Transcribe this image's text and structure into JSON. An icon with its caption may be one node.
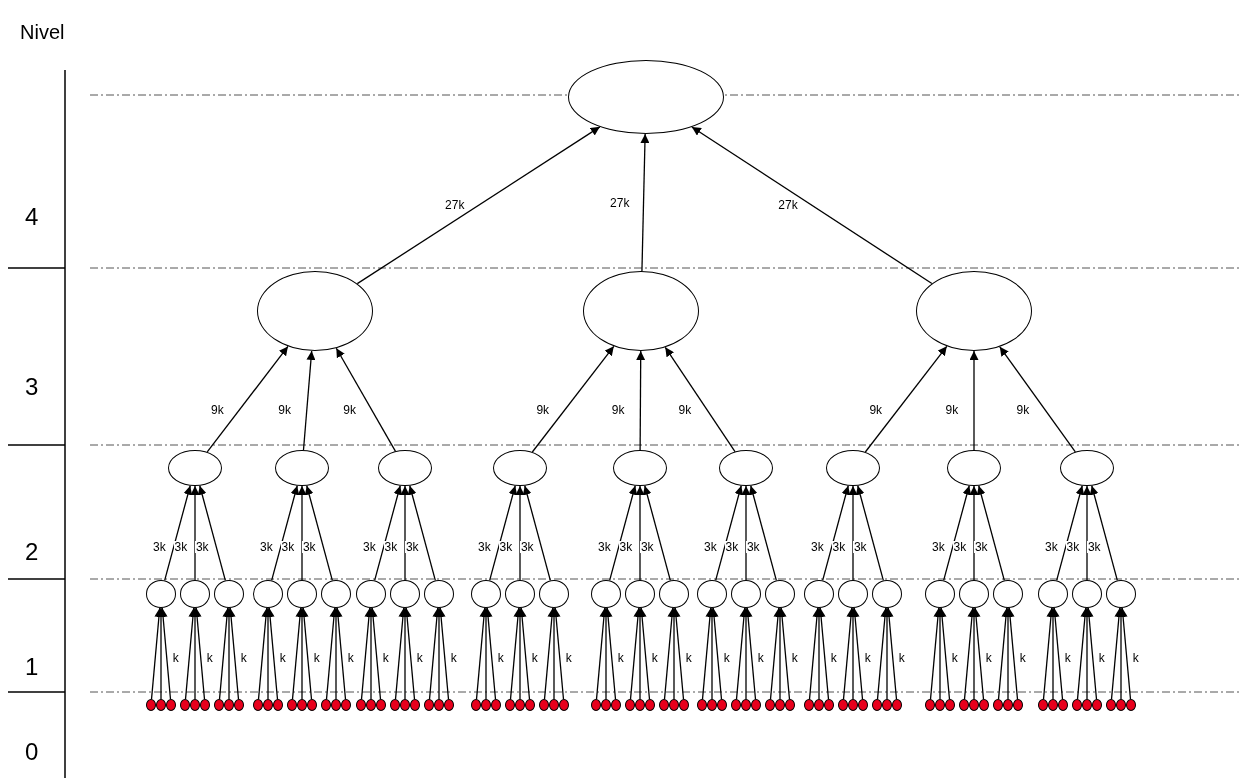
{
  "diagram": {
    "nodes": [
      {
        "text": [],
        "shape": "circle"
      },
      {
        "text": [],
        "shape": "circle"
      },
      {
        "text": [],
        "shape": "circle"
      },
      {
        "text": [],
        "shape": "circle"
      },
      {
        "text": [],
        "shape": "circle"
      },
      {
        "text": [],
        "shape": "circle"
      },
      {
        "text": [],
        "shape": "circle"
      },
      {
        "text": [],
        "shape": "circle"
      },
      {
        "text": [],
        "shape": "circle"
      },
      {
        "text": [],
        "shape": "circle"
      },
      {
        "text": [],
        "shape": "circle"
      },
      {
        "text": [],
        "shape": "circle"
      },
      {
        "text": [],
        "shape": "circle"
      },
      {
        "text": [],
        "shape": "circle"
      },
      {
        "text": [],
        "shape": "circle"
      },
      {
        "text": [],
        "shape": "circle"
      },
      {
        "text": [],
        "shape": "circle"
      },
      {
        "text": [],
        "shape": "circle"
      },
      {
        "text": [],
        "shape": "circle"
      },
      {
        "text": [],
        "shape": "circle"
      },
      {
        "text": [],
        "shape": "circle"
      },
      {
        "text": [],
        "shape": "circle"
      },
      {
        "text": [],
        "shape": "circle"
      },
      {
        "text": [],
        "shape": "circle"
      },
      {
        "text": [],
        "shape": "circle"
      },
      {
        "text": [],
        "shape": "circle"
      },
      {
        "text": [],
        "shape": "circle"
      },
      {
        "text": [],
        "shape": "circle"
      },
      {
        "text": [],
        "shape": "circle"
      },
      {
        "text": [],
        "shape": "circle"
      },
      {
        "text": [],
        "shape": "circle"
      },
      {
        "text": [],
        "shape": "circle"
      },
      {
        "text": [],
        "shape": "circle"
      },
      {
        "text": [],
        "shape": "circle"
      },
      {
        "text": [],
        "shape": "circle"
      },
      {
        "text": [],
        "shape": "circle"
      },
      {
        "text": [],
        "shape": "circle"
      },
      {
        "text": [],
        "shape": "circle"
      },
      {
        "text": [],
        "shape": "circle"
      },
      {
        "text": [],
        "shape": "circle"
      },
      {
        "text": [],
        "shape": "circle"
      },
      {
        "text": [],
        "shape": "circle"
      },
      {
        "text": [],
        "shape": "circle"
      },
      {
        "text": [],
        "shape": "circle"
      },
      {
        "text": [],
        "shape": "circle"
      },
      {
        "text": [],
        "shape": "circle"
      },
      {
        "text": [],
        "shape": "circle"
      },
      {
        "text": [],
        "shape": "circle"
      },
      {
        "text": [],
        "shape": "circle"
      },
      {
        "text": [],
        "shape": "circle"
      },
      {
        "text": [],
        "shape": "circle"
      },
      {
        "text": [],
        "shape": "circle"
      },
      {
        "text": [],
        "shape": "circle"
      },
      {
        "text": [],
        "shape": "circle"
      },
      {
        "text": [],
        "shape": "circle"
      },
      {
        "text": [],
        "shape": "circle"
      },
      {
        "text": [],
        "shape": "circle"
      },
      {
        "text": [],
        "shape": "circle"
      },
      {
        "text": [],
        "shape": "circle"
      },
      {
        "text": [],
        "shape": "circle"
      },
      {
        "text": [],
        "shape": "circle"
      },
      {
        "text": [],
        "shape": "circle"
      },
      {
        "text": [],
        "shape": "circle"
      },
      {
        "text": [],
        "shape": "circle"
      },
      {
        "text": [],
        "shape": "circle"
      },
      {
        "text": [],
        "shape": "circle"
      },
      {
        "text": [],
        "shape": "circle"
      },
      {
        "text": [],
        "shape": "circle"
      },
      {
        "text": [],
        "shape": "circle"
      },
      {
        "text": [],
        "shape": "circle"
      },
      {
        "text": [],
        "shape": "circle"
      },
      {
        "text": [],
        "shape": "circle"
      },
      {
        "text": [],
        "shape": "circle"
      },
      {
        "text": [],
        "shape": "circle"
      },
      {
        "text": [],
        "shape": "circle"
      },
      {
        "text": [],
        "shape": "circle"
      },
      {
        "text": [],
        "shape": "circle"
      },
      {
        "text": [],
        "shape": "circle"
      },
      {
        "text": [],
        "shape": "circle"
      },
      {
        "text": [],
        "shape": "circle"
      },
      {
        "text": [],
        "shape": "circle"
      },
      {
        "text": [],
        "shape": "circle"
      },
      {
        "text": [],
        "shape": "circle"
      },
      {
        "text": [],
        "shape": "circle"
      },
      {
        "text": [],
        "shape": "circle"
      },
      {
        "text": [],
        "shape": "circle"
      },
      {
        "text": [],
        "shape": "circle"
      },
      {
        "text": [],
        "shape": "circle"
      },
      {
        "text": [],
        "shape": "circle"
      },
      {
        "text": [],
        "shape": "circle"
      },
      {
        "text": [],
        "shape": "circle"
      },
      {
        "text": [],
        "shape": "circle"
      },
      {
        "text": [],
        "shape": "circle"
      },
      {
        "text": [],
        "shape": "circle"
      },
      {
        "text": [],
        "shape": "circle"
      },
      {
        "text": [],
        "shape": "circle"
      },
      {
        "text": [],
        "shape": "circle"
      },
      {
        "text": [],
        "shape": "circle"
      },
      {
        "text": [],
        "shape": "circle"
      },
      {
        "text": [],
        "shape": "circle"
      },
      {
        "text": [],
        "shape": "circle"
      },
      {
        "text": [],
        "shape": "circle"
      },
      {
        "text": [],
        "shape": "circle"
      },
      {
        "text": [],
        "shape": "circle"
      },
      {
        "text": [],
        "shape": "circle"
      },
      {
        "text": [],
        "shape": "circle"
      },
      {
        "text": [],
        "shape": "circle"
      },
      {
        "text": [],
        "shape": "circle"
      },
      {
        "text": [],
        "shape": "circle"
      },
      {
        "text": [],
        "shape": "circle"
      },
      {
        "text": [],
        "shape": "circle"
      },
      {
        "text": [],
        "shape": "circle"
      },
      {
        "text": [],
        "shape": "circle"
      },
      {
        "text": [],
        "shape": "circle"
      },
      {
        "text": [],
        "shape": "circle"
      },
      {
        "text": [],
        "shape": "circle"
      },
      {
        "text": [],
        "shape": "circle"
      },
      {
        "text": [],
        "shape": "circle"
      },
      {
        "text": [],
        "shape": "circle"
      },
      {
        "text": [],
        "shape": "circle"
      },
      {
        "text": [],
        "shape": "circle"
      }
    ],
    "edges": [
      {
        "from": 1,
        "to": 0,
        "arrow": "to",
        "label": "27k"
      },
      {
        "from": 2,
        "to": 0,
        "arrow": "to",
        "label": "27k"
      },
      {
        "from": 3,
        "to": 0,
        "arrow": "to",
        "label": "27k"
      },
      {
        "from": 4,
        "to": 1,
        "arrow": "to",
        "label": "9k"
      },
      {
        "from": 5,
        "to": 1,
        "arrow": "to",
        "label": "9k"
      },
      {
        "from": 6,
        "to": 1,
        "arrow": "to",
        "label": "9k"
      },
      {
        "from": 7,
        "to": 2,
        "arrow": "to",
        "label": "9k"
      },
      {
        "from": 8,
        "to": 2,
        "arrow": "to",
        "label": "9k"
      },
      {
        "from": 9,
        "to": 2,
        "arrow": "to",
        "label": "9k"
      },
      {
        "from": 10,
        "to": 3,
        "arrow": "to",
        "label": "9k"
      },
      {
        "from": 11,
        "to": 3,
        "arrow": "to",
        "label": "9k"
      },
      {
        "from": 12,
        "to": 3,
        "arrow": "to",
        "label": "9k"
      },
      {
        "from": 13,
        "to": 4,
        "arrow": "to",
        "label": "3k"
      },
      {
        "from": 14,
        "to": 4,
        "arrow": "to",
        "label": "3k"
      },
      {
        "from": 15,
        "to": 4,
        "arrow": "to",
        "label": "3k"
      },
      {
        "from": 16,
        "to": 5,
        "arrow": "to",
        "label": "3k"
      },
      {
        "from": 17,
        "to": 5,
        "arrow": "to",
        "label": "3k"
      },
      {
        "from": 18,
        "to": 5,
        "arrow": "to",
        "label": "3k"
      },
      {
        "from": 19,
        "to": 6,
        "arrow": "to",
        "label": "3k"
      },
      {
        "from": 20,
        "to": 6,
        "arrow": "to",
        "label": "3k"
      },
      {
        "from": 21,
        "to": 6,
        "arrow": "to",
        "label": "3k"
      },
      {
        "from": 22,
        "to": 7,
        "arrow": "to",
        "label": "3k"
      },
      {
        "from": 23,
        "to": 7,
        "arrow": "to",
        "label": "3k"
      },
      {
        "from": 24,
        "to": 7,
        "arrow": "to",
        "label": "3k"
      },
      {
        "from": 25,
        "to": 8,
        "arrow": "to",
        "label": "3k"
      },
      {
        "from": 26,
        "to": 8,
        "arrow": "to",
        "label": "3k"
      },
      {
        "from": 27,
        "to": 8,
        "arrow": "to",
        "label": "3k"
      },
      {
        "from": 28,
        "to": 9,
        "arrow": "to",
        "label": "3k"
      },
      {
        "from": 29,
        "to": 9,
        "arrow": "to",
        "label": "3k"
      },
      {
        "from": 30,
        "to": 9,
        "arrow": "to",
        "label": "3k"
      },
      {
        "from": 31,
        "to": 10,
        "arrow": "to",
        "label": "3k"
      },
      {
        "from": 32,
        "to": 10,
        "arrow": "to",
        "label": "3k"
      },
      {
        "from": 33,
        "to": 10,
        "arrow": "to",
        "label": "3k"
      },
      {
        "from": 34,
        "to": 11,
        "arrow": "to",
        "label": "3k"
      },
      {
        "from": 35,
        "to": 11,
        "arrow": "to",
        "label": "3k"
      },
      {
        "from": 36,
        "to": 11,
        "arrow": "to",
        "label": "3k"
      },
      {
        "from": 37,
        "to": 12,
        "arrow": "to",
        "label": "3k"
      },
      {
        "from": 38,
        "to": 12,
        "arrow": "to",
        "label": "3k"
      },
      {
        "from": 39,
        "to": 12,
        "arrow": "to",
        "label": "3k"
      },
      {
        "from": 40,
        "to": 13,
        "arrow": "to"
      },
      {
        "from": 41,
        "to": 13,
        "arrow": "to"
      },
      {
        "from": 42,
        "to": 13,
        "arrow": "to",
        "label": "k"
      },
      {
        "from": 43,
        "to": 14,
        "arrow": "to"
      },
      {
        "from": 44,
        "to": 14,
        "arrow": "to"
      },
      {
        "from": 45,
        "to": 14,
        "arrow": "to",
        "label": "k"
      },
      {
        "from": 46,
        "to": 15,
        "arrow": "to"
      },
      {
        "from": 47,
        "to": 15,
        "arrow": "to"
      },
      {
        "from": 48,
        "to": 15,
        "arrow": "to",
        "label": "k"
      },
      {
        "from": 49,
        "to": 16,
        "arrow": "to"
      },
      {
        "from": 50,
        "to": 16,
        "arrow": "to"
      },
      {
        "from": 51,
        "to": 16,
        "arrow": "to",
        "label": "k"
      },
      {
        "from": 52,
        "to": 17,
        "arrow": "to"
      },
      {
        "from": 53,
        "to": 17,
        "arrow": "to"
      },
      {
        "from": 54,
        "to": 17,
        "arrow": "to",
        "label": "k"
      },
      {
        "from": 55,
        "to": 18,
        "arrow": "to"
      },
      {
        "from": 56,
        "to": 18,
        "arrow": "to"
      },
      {
        "from": 57,
        "to": 18,
        "arrow": "to",
        "label": "k"
      },
      {
        "from": 58,
        "to": 19,
        "arrow": "to"
      },
      {
        "from": 59,
        "to": 19,
        "arrow": "to"
      },
      {
        "from": 60,
        "to": 19,
        "arrow": "to",
        "label": "k"
      },
      {
        "from": 61,
        "to": 20,
        "arrow": "to"
      },
      {
        "from": 62,
        "to": 20,
        "arrow": "to"
      },
      {
        "from": 63,
        "to": 20,
        "arrow": "to",
        "label": "k"
      },
      {
        "from": 64,
        "to": 21,
        "arrow": "to"
      },
      {
        "from": 65,
        "to": 21,
        "arrow": "to"
      },
      {
        "from": 66,
        "to": 21,
        "arrow": "to",
        "label": "k"
      },
      {
        "from": 67,
        "to": 22,
        "arrow": "to"
      },
      {
        "from": 68,
        "to": 22,
        "arrow": "to"
      },
      {
        "from": 69,
        "to": 22,
        "arrow": "to",
        "label": "k"
      },
      {
        "from": 70,
        "to": 23,
        "arrow": "to"
      },
      {
        "from": 71,
        "to": 23,
        "arrow": "to"
      },
      {
        "from": 72,
        "to": 23,
        "arrow": "to",
        "label": "k"
      },
      {
        "from": 73,
        "to": 24,
        "arrow": "to"
      },
      {
        "from": 74,
        "to": 24,
        "arrow": "to"
      },
      {
        "from": 75,
        "to": 24,
        "arrow": "to",
        "label": "k"
      },
      {
        "from": 76,
        "to": 25,
        "arrow": "to"
      },
      {
        "from": 77,
        "to": 25,
        "arrow": "to"
      },
      {
        "from": 78,
        "to": 25,
        "arrow": "to",
        "label": "k"
      },
      {
        "from": 79,
        "to": 26,
        "arrow": "to"
      },
      {
        "from": 80,
        "to": 26,
        "arrow": "to"
      },
      {
        "from": 81,
        "to": 26,
        "arrow": "to",
        "label": "k"
      },
      {
        "from": 82,
        "to": 27,
        "arrow": "to"
      },
      {
        "from": 83,
        "to": 27,
        "arrow": "to"
      },
      {
        "from": 84,
        "to": 27,
        "arrow": "to",
        "label": "k"
      },
      {
        "from": 85,
        "to": 28,
        "arrow": "to"
      },
      {
        "from": 86,
        "to": 28,
        "arrow": "to"
      },
      {
        "from": 87,
        "to": 28,
        "arrow": "to",
        "label": "k"
      },
      {
        "from": 88,
        "to": 29,
        "arrow": "to"
      },
      {
        "from": 89,
        "to": 29,
        "arrow": "to"
      },
      {
        "from": 90,
        "to": 29,
        "arrow": "to",
        "label": "k"
      },
      {
        "from": 91,
        "to": 30,
        "arrow": "to"
      },
      {
        "from": 92,
        "to": 30,
        "arrow": "to"
      },
      {
        "from": 93,
        "to": 30,
        "arrow": "to",
        "label": "k"
      },
      {
        "from": 94,
        "to": 31,
        "arrow": "to"
      },
      {
        "from": 95,
        "to": 31,
        "arrow": "to"
      },
      {
        "from": 96,
        "to": 31,
        "arrow": "to",
        "label": "k"
      },
      {
        "from": 97,
        "to": 32,
        "arrow": "to"
      },
      {
        "from": 98,
        "to": 32,
        "arrow": "to"
      },
      {
        "from": 99,
        "to": 32,
        "arrow": "to",
        "label": "k"
      },
      {
        "from": 100,
        "to": 33,
        "arrow": "to"
      },
      {
        "from": 101,
        "to": 33,
        "arrow": "to"
      },
      {
        "from": 102,
        "to": 33,
        "arrow": "to",
        "label": "k"
      },
      {
        "from": 103,
        "to": 34,
        "arrow": "to"
      },
      {
        "from": 104,
        "to": 34,
        "arrow": "to"
      },
      {
        "from": 105,
        "to": 34,
        "arrow": "to",
        "label": "k"
      },
      {
        "from": 106,
        "to": 35,
        "arrow": "to"
      },
      {
        "from": 107,
        "to": 35,
        "arrow": "to"
      },
      {
        "from": 108,
        "to": 35,
        "arrow": "to",
        "label": "k"
      },
      {
        "from": 109,
        "to": 36,
        "arrow": "to"
      },
      {
        "from": 110,
        "to": 36,
        "arrow": "to"
      },
      {
        "from": 111,
        "to": 36,
        "arrow": "to",
        "label": "k"
      },
      {
        "from": 112,
        "to": 37,
        "arrow": "to"
      },
      {
        "from": 113,
        "to": 37,
        "arrow": "to"
      },
      {
        "from": 114,
        "to": 37,
        "arrow": "to",
        "label": "k"
      },
      {
        "from": 115,
        "to": 38,
        "arrow": "to"
      },
      {
        "from": 116,
        "to": 38,
        "arrow": "to"
      },
      {
        "from": 117,
        "to": 38,
        "arrow": "to",
        "label": "k"
      },
      {
        "from": 118,
        "to": 39,
        "arrow": "to"
      },
      {
        "from": 119,
        "to": 39,
        "arrow": "to"
      },
      {
        "from": 120,
        "to": 39,
        "arrow": "to",
        "label": "k"
      }
    ],
    "labels": [
      "Nivel",
      "4",
      "3",
      "2",
      "1",
      "0"
    ]
  }
}
